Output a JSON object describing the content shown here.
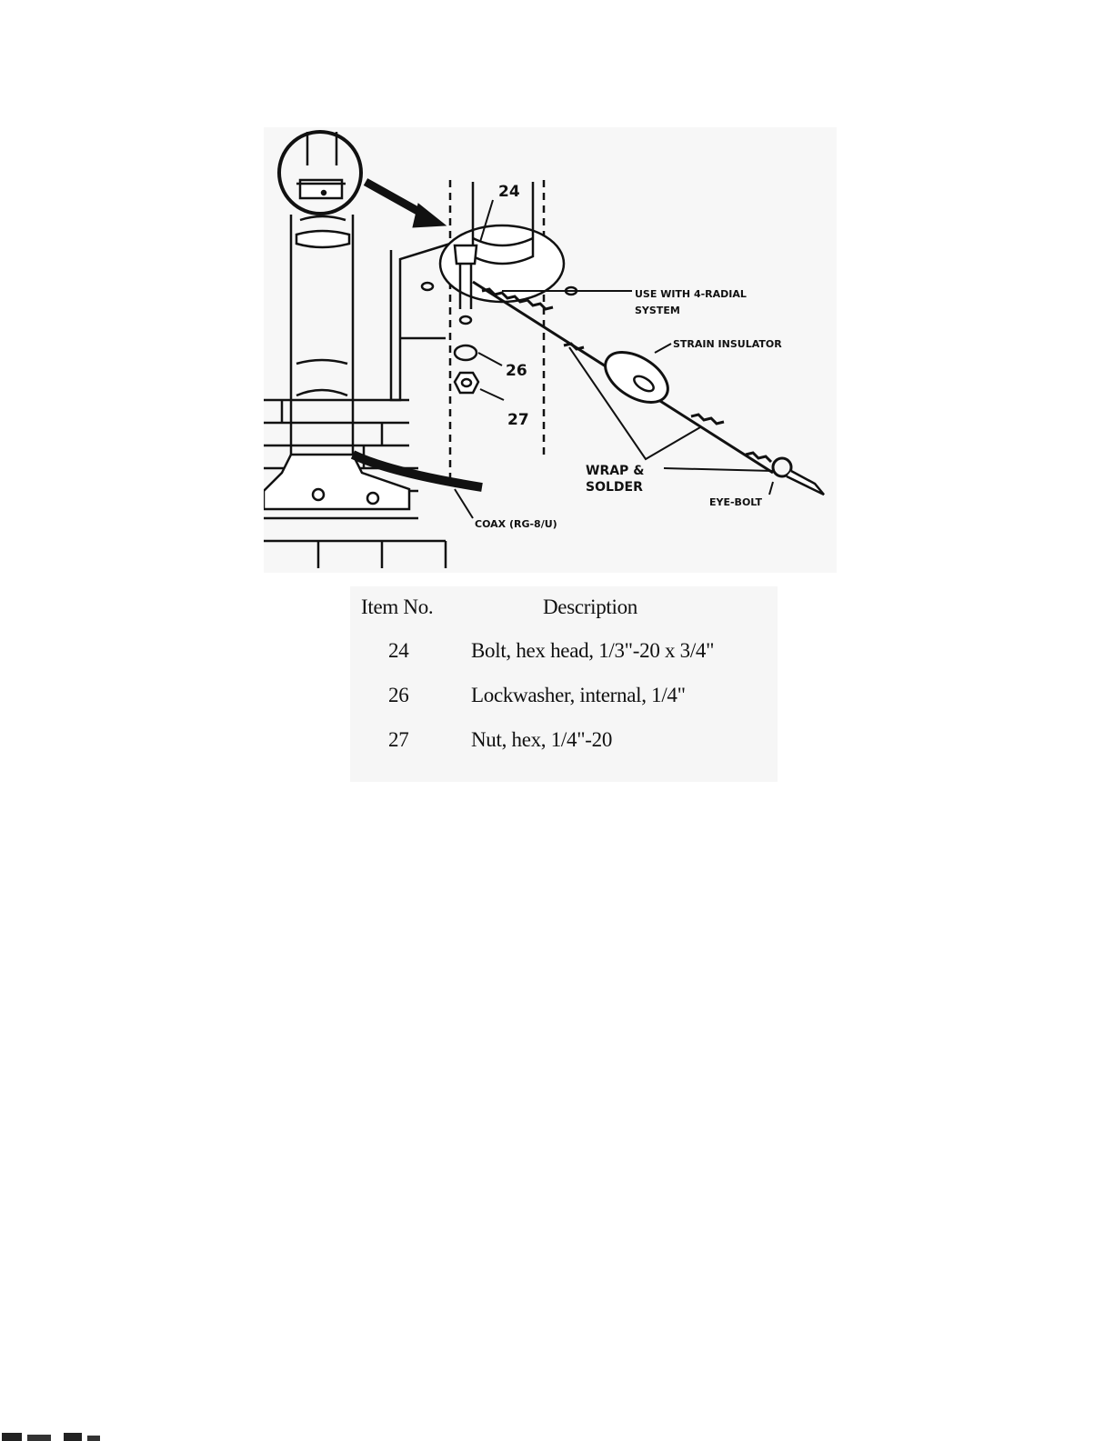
{
  "diagram": {
    "callouts": {
      "item_24": "24",
      "item_26": "26",
      "item_27": "27",
      "radial_line1": "USE WITH 4-RADIAL",
      "radial_line2": "SYSTEM",
      "strain_insulator": "STRAIN INSULATOR",
      "wrap_line1": "WRAP &",
      "wrap_line2": "SOLDER",
      "eye_bolt": "EYE-BOLT",
      "coax": "COAX (RG-8/U)"
    }
  },
  "parts_table": {
    "headers": {
      "item_no": "Item No.",
      "description": "Description"
    },
    "rows": [
      {
        "item": "24",
        "description": "Bolt, hex head, 1/3\"-20 x 3/4\""
      },
      {
        "item": "26",
        "description": "Lockwasher, internal, 1/4\""
      },
      {
        "item": "27",
        "description": "Nut, hex, 1/4\"-20"
      }
    ]
  }
}
